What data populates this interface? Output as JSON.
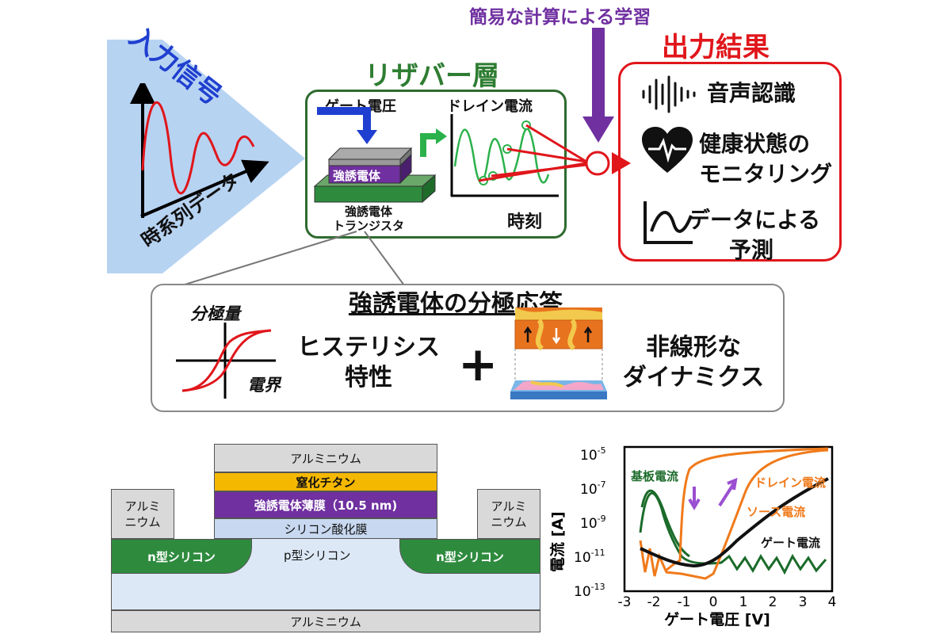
{
  "top": {
    "input_signal": "入力信号",
    "time_series": "時系列データ",
    "reservoir_title": "リザバー層",
    "gate_voltage": "ゲート電圧",
    "drain_current": "ドレイン電流",
    "ferro_layer": "強誘電体",
    "ferro_transistor_line1": "強誘電体",
    "ferro_transistor_line2": "トランジスタ",
    "time": "時刻",
    "learning": "簡易な計算による学習",
    "output_title": "出力結果",
    "output_items": [
      "音声認識",
      "健康状態の",
      "モニタリング",
      "データによる",
      "予測"
    ]
  },
  "polarization": {
    "title": "強誘電体の分極応答",
    "axis_y": "分極量",
    "axis_x": "電界",
    "hysteresis_line1": "ヒステリシス",
    "hysteresis_line2": "特性",
    "plus": "+",
    "nonlinear_line1": "非線形な",
    "nonlinear_line2": "ダイナミクス"
  },
  "device": {
    "top_al": "アルミニウム",
    "tin": "窒化チタン",
    "ferro_film": "強誘電体薄膜（10.5 nm)",
    "sio2": "シリコン酸化膜",
    "left_al": "アルミ\nニウム",
    "right_al": "アルミ\nニウム",
    "n_left": "n型シリコン",
    "n_right": "n型シリコン",
    "p_si": "p型シリコン",
    "bottom_al": "アルミニウム",
    "colors": {
      "tin": "#f5b800",
      "ferro": "#7030a0",
      "sio2": "#c8d8f0",
      "nsi": "#2e8b3e",
      "al": "#d9d9d9",
      "psi": "#dce8f5"
    }
  },
  "iv_plot": {
    "ylabel": "電流 [A]",
    "xlabel": "ゲート電圧 [V]",
    "legend_substrate": "基板電流",
    "legend_drain": "ドレイン電流",
    "legend_source": "ソース電流",
    "legend_gate": "ゲート電流",
    "y_tick_labels": [
      "10",
      "10",
      "10",
      "10",
      "10"
    ],
    "y_tick_exps": [
      "-5",
      "-7",
      "-9",
      "-11",
      "-13"
    ],
    "x_tick_labels": [
      "-3",
      "-2",
      "-1",
      "0",
      "1",
      "2",
      "3",
      "4"
    ]
  }
}
